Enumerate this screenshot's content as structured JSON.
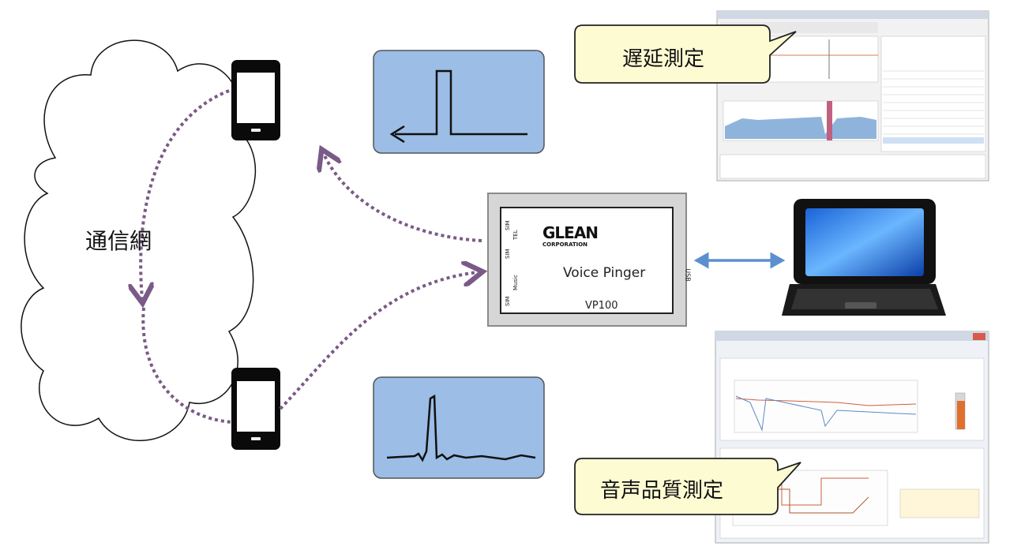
{
  "cloud": {
    "label": "通信網"
  },
  "device": {
    "brand": "GLEAN",
    "brand_sub": "CORPORATION",
    "name": "Voice Pinger",
    "model": "VP100",
    "usb": "USB",
    "port_labels": [
      "SIM",
      "TEL",
      "SIM",
      "Music",
      "SIM"
    ]
  },
  "callouts": {
    "delay": "遅延測定",
    "quality": "音声品質測定"
  },
  "colors": {
    "signal_panel": "#9bbde6",
    "callout_fill": "#fdfbd2",
    "arrow_purple": "#7a5a86",
    "arrow_blue": "#5b8fd0"
  }
}
